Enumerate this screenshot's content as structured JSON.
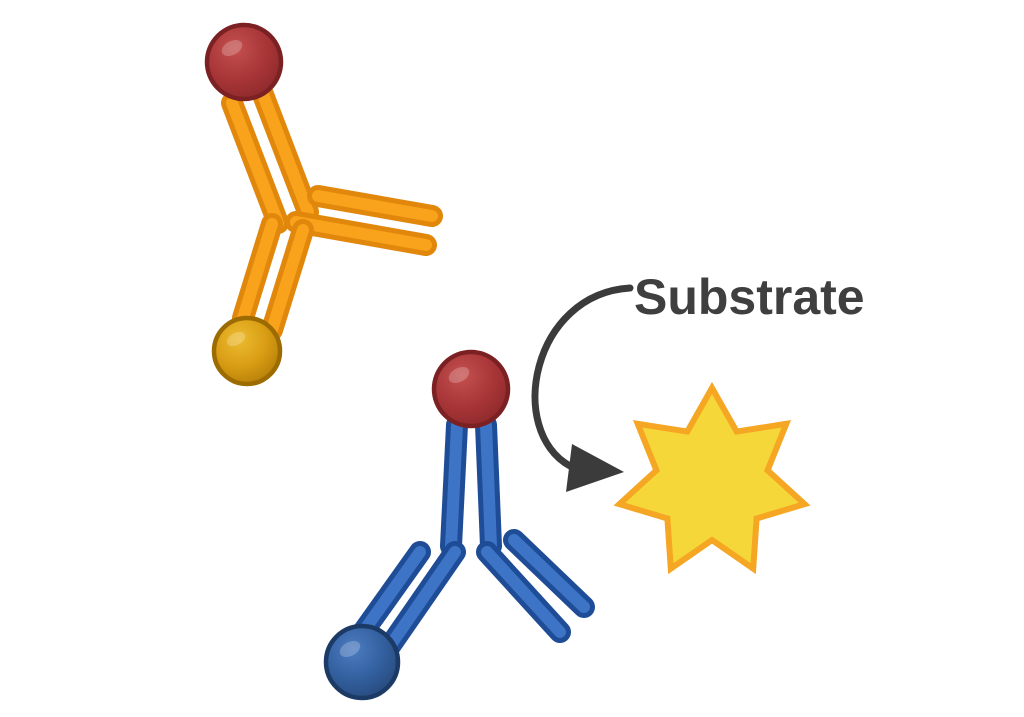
{
  "labels": {
    "substrate": "Substrate"
  },
  "colors": {
    "background": "#FFFFFF",
    "orange_fill": "#F9A21C",
    "orange_outline": "#E1870B",
    "blue_fill": "#3D74C6",
    "blue_outline": "#1E4C96",
    "red_sphere": "#A93638",
    "red_sphere_outline": "#7C2123",
    "gold_sphere": "#D99D14",
    "gold_sphere_outline": "#9C6B02",
    "navy_sphere": "#33609F",
    "navy_sphere_outline": "#1C3A66",
    "star_fill": "#F6D73A",
    "star_outline": "#F5A623",
    "arrow": "#3B3B3B",
    "text": "#3F3F3F"
  },
  "shapes": {
    "antibody_orange_icon": "Y-shaped antibody, orange, red sphere on stem tip and gold sphere on arm tip",
    "antibody_blue_icon": "Y-shaped antibody, blue, red sphere on stem tip and navy sphere on arm tip",
    "substrate_star_icon": "7-point yellow burst with orange outline",
    "curved_arrow_icon": "dark gray C-curved arrow from label to burst"
  }
}
